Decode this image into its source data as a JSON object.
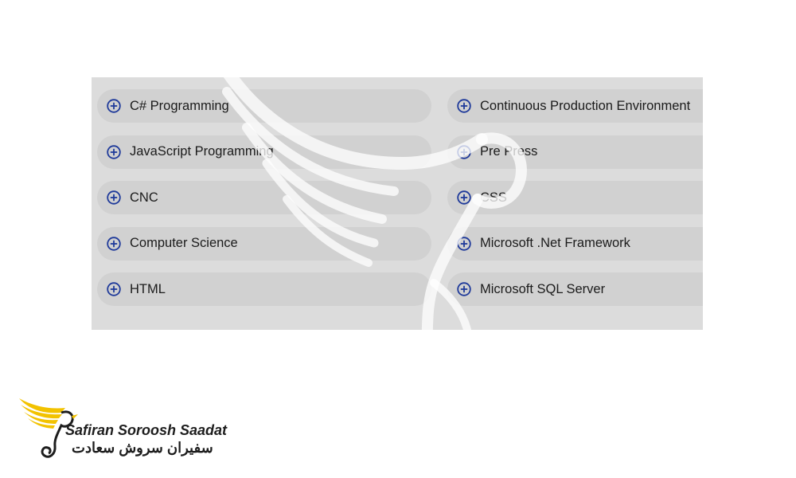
{
  "left_items": [
    {
      "label": "C# Programming"
    },
    {
      "label": "JavaScript Programming"
    },
    {
      "label": "CNC"
    },
    {
      "label": "Computer Science"
    },
    {
      "label": "HTML"
    }
  ],
  "right_items": [
    {
      "label": "Continuous Production Environment"
    },
    {
      "label": "Pre Press"
    },
    {
      "label": "CSS"
    },
    {
      "label": "Microsoft .Net Framework"
    },
    {
      "label": "Microsoft SQL Server"
    }
  ],
  "brand": {
    "name_en": "Safiran Soroosh Saadat",
    "name_fa": "سفیران سروش سعادت"
  },
  "colors": {
    "panel": "#dcdcdc",
    "item": "#d1d1d1",
    "plus_icon": "#1f3a9a",
    "logo_gold": "#f2c200"
  }
}
